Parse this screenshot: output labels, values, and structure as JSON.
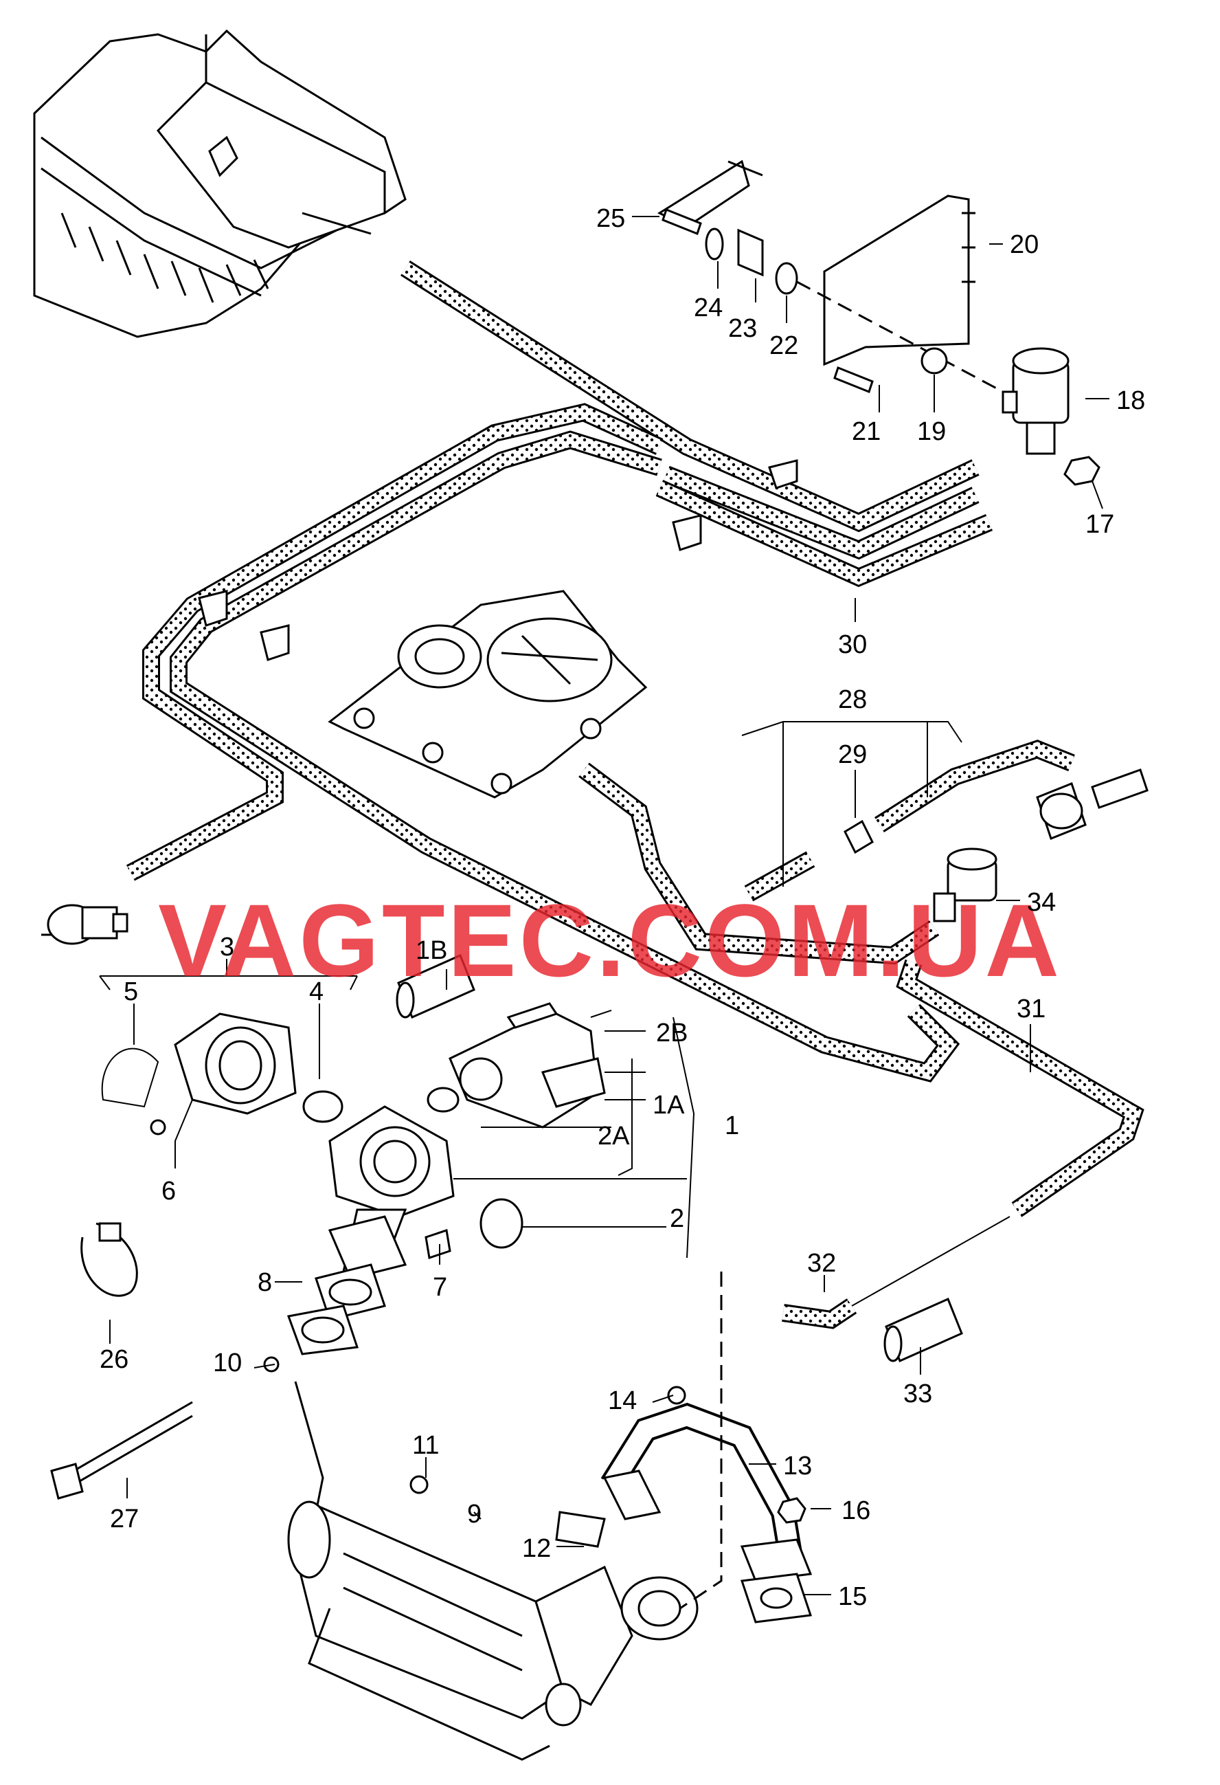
{
  "watermark": "VAGTEC.COM.UA",
  "callouts": {
    "c1": "1",
    "c1A": "1A",
    "c1B": "1B",
    "c2": "2",
    "c2A": "2A",
    "c2B": "2B",
    "c3": "3",
    "c4": "4",
    "c5": "5",
    "c6": "6",
    "c7": "7",
    "c8": "8",
    "c9": "9",
    "c10": "10",
    "c11": "11",
    "c12": "12",
    "c13": "13",
    "c14": "14",
    "c15": "15",
    "c16": "16",
    "c17": "17",
    "c18": "18",
    "c19": "19",
    "c20": "20",
    "c21": "21",
    "c22": "22",
    "c23": "23",
    "c24": "24",
    "c25": "25",
    "c26": "26",
    "c27": "27",
    "c28": "28",
    "c29": "29",
    "c30": "30",
    "c31": "31",
    "c32": "32",
    "c33": "33",
    "c34": "34"
  },
  "colors": {
    "line": "#000000",
    "background": "#ffffff",
    "watermark": "#e8252e"
  }
}
